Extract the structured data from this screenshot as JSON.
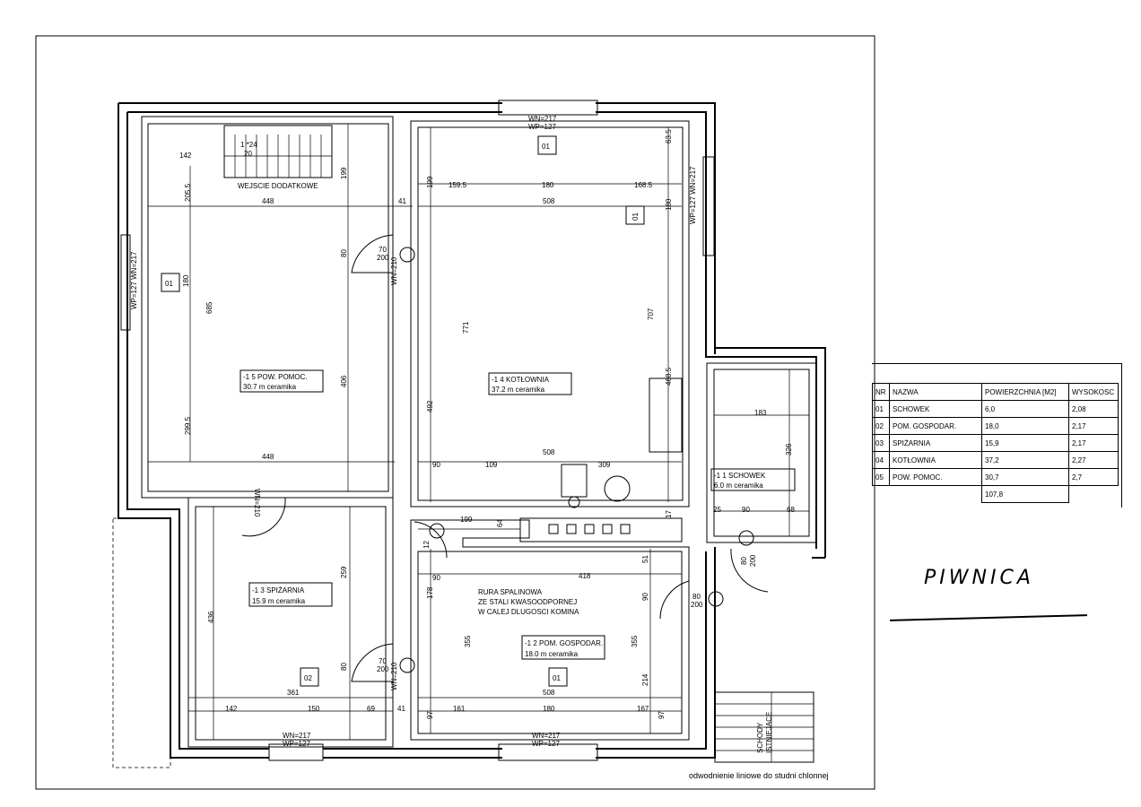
{
  "sheet": {
    "title": "PIWNICA",
    "note": "odwodnienie liniowe do studni chlonnej"
  },
  "rooms": [
    {
      "id": "room-05",
      "name_label": "-1  5  POW. POMOC.",
      "area_label": "30.7  m  ceramika"
    },
    {
      "id": "room-04",
      "name_label": "-1  4  KOTŁOWNIA",
      "area_label": "37.2  m  ceramika"
    },
    {
      "id": "room-03",
      "name_label": "-1  3  SPIŻARNIA",
      "area_label": "15.9  m  ceramika"
    },
    {
      "id": "room-02",
      "name_label": "-1  2  POM. GOSPODAR.",
      "area_label": "18.0  m  ceramika"
    },
    {
      "id": "room-01",
      "name_label": "-1  1  SCHOWEK",
      "area_label": "6.0  m  ceramika"
    }
  ],
  "labels": {
    "entrance": "WEJSCIE DODATKOWE",
    "stairs": "1 *24",
    "stairs_step": "20",
    "chimney_note": [
      "RURA SPALINOWA",
      "ZE STALI KWASOODPORNEJ",
      "W CALEJ DLUGOSCI KOMINA"
    ],
    "stairs_existing": [
      "SCHODY",
      "ISTNIEJACE"
    ],
    "window_top": [
      "WN=217",
      "WP=127"
    ],
    "window_bottom": [
      "WN=217",
      "WP=127"
    ],
    "window_bottom2": [
      "WN=217",
      "WP=127"
    ],
    "window_left": "WP=127 WN=217",
    "window_right": "WP=127 WN=217",
    "door_tags": [
      "01",
      "01",
      "01",
      "02",
      "01"
    ]
  },
  "dimensions": {
    "d448a": "448",
    "d448b": "448",
    "d508a": "508",
    "d508b": "508",
    "d508c": "508",
    "d142a": "142",
    "d205": "205.5",
    "d199a": "199",
    "d199b": "199",
    "d199c": "199",
    "d41a": "41",
    "d41b": "41",
    "d159": "159.5",
    "d180a": "180",
    "d168": "168.5",
    "d63": "63.5",
    "d180v": "180",
    "d685": "685",
    "d406": "406",
    "d299": "299.5",
    "d180b": "180",
    "d80a": "80",
    "d771": "771",
    "d492": "492",
    "d707": "707",
    "d468": "468.5",
    "d90a": "90",
    "d109": "109",
    "d309": "309",
    "d183": "183",
    "d326": "326",
    "d25": "25",
    "d90b": "90",
    "d68": "68",
    "d418": "418",
    "d90c": "90",
    "d178": "178",
    "d355a": "355",
    "d355b": "355",
    "d51": "51",
    "d90d": "90",
    "d214": "214",
    "d259": "259",
    "d436": "436",
    "d80b": "80",
    "d361": "361",
    "d142b": "142",
    "d150": "150",
    "d69": "69",
    "d97a": "97",
    "d161": "161",
    "d180c": "180",
    "d167": "167",
    "d97b": "97",
    "d64": "64",
    "d12": "12",
    "d17": "17",
    "d70a": "70",
    "d200a": "200",
    "d70b": "70",
    "d200b": "200",
    "d80c": "80",
    "d200c": "200",
    "d80d": "80",
    "d200d": "200",
    "wn210a": "WN=210",
    "wn210b": "WN=210",
    "wn210c": "WN=210"
  },
  "table": {
    "headers": [
      "NR",
      "NAZWA",
      "POWIERZCHNIA [M2]",
      "WYSOKOSC"
    ],
    "rows": [
      [
        "01",
        "SCHOWEK",
        "6,0",
        "2,08"
      ],
      [
        "02",
        "POM. GOSPODAR.",
        "18,0",
        "2,17"
      ],
      [
        "03",
        "SPIŻARNIA",
        "15,9",
        "2,17"
      ],
      [
        "04",
        "KOTŁOWNIA",
        "37,2",
        "2,27"
      ],
      [
        "05",
        "POW. POMOC.",
        "30,7",
        "2,7"
      ]
    ],
    "total": "107,8"
  }
}
